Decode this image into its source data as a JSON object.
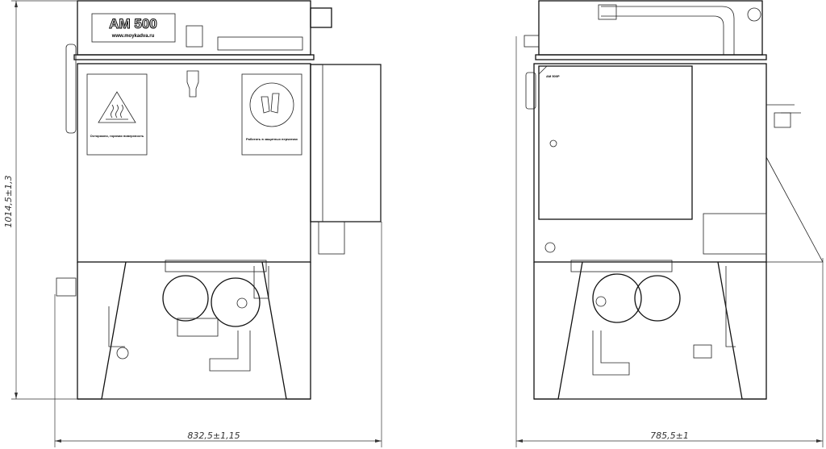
{
  "model_label": "AM 500",
  "website": "www.moykadva.ru",
  "warning_sign_text": "Осторожно, горячая поверхность",
  "gloves_sign_text": "Работать в защитных перчатках",
  "side_plate_text": "AM 500P",
  "dimensions": {
    "height": "1014,5±1,3",
    "front_width": "832,5±1,15",
    "side_width": "785,5±1"
  }
}
